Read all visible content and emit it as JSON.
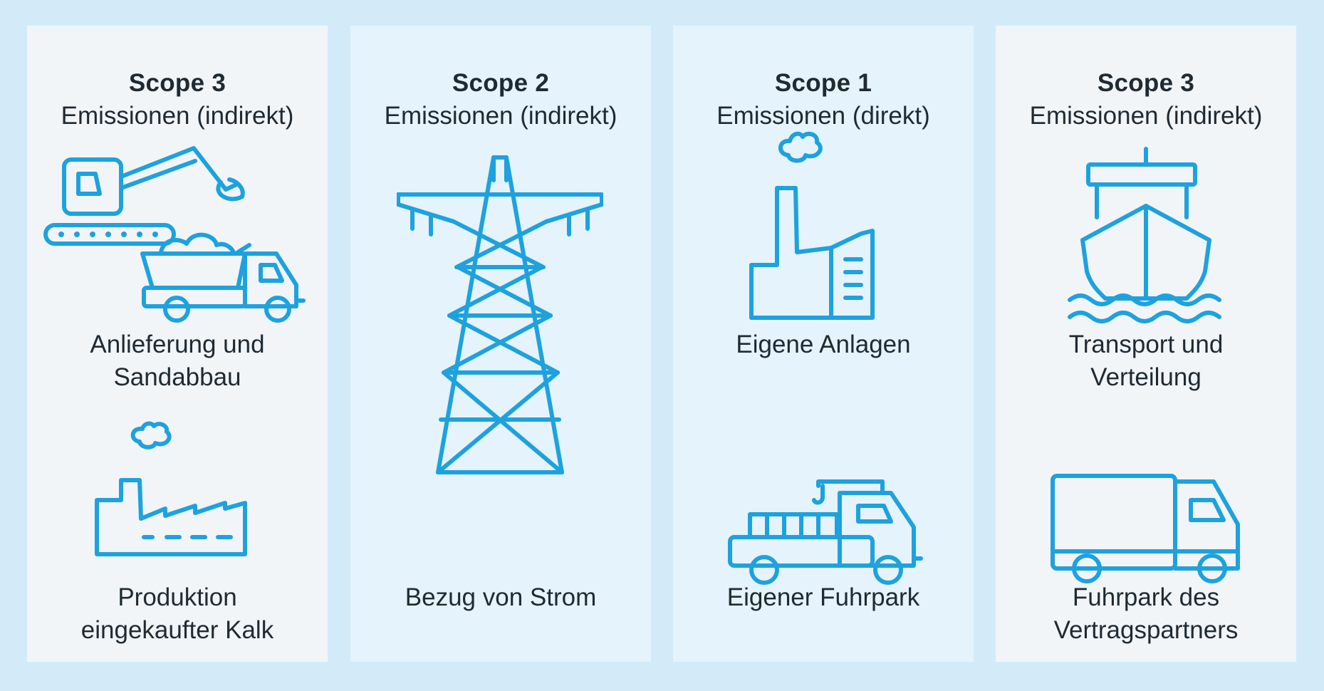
{
  "columns": [
    {
      "scope": "Scope 3",
      "type": "Emissionen (indirekt)",
      "items": [
        {
          "label_lines": [
            "Anlieferung und",
            "Sandabbau"
          ],
          "icon": "excavator-truck-icon"
        },
        {
          "label_lines": [
            "Produktion",
            "eingekaufter Kalk"
          ],
          "icon": "factory-icon"
        }
      ]
    },
    {
      "scope": "Scope 2",
      "type": "Emissionen (indirekt)",
      "items": [
        {
          "label_lines": [
            "Bezug von Strom"
          ],
          "icon": "power-pylon-icon"
        }
      ]
    },
    {
      "scope": "Scope 1",
      "type": "Emissionen (direkt)",
      "items": [
        {
          "label_lines": [
            "Eigene Anlagen"
          ],
          "icon": "plant-building-icon"
        },
        {
          "label_lines": [
            "Eigener Fuhrpark"
          ],
          "icon": "crane-truck-icon"
        }
      ]
    },
    {
      "scope": "Scope 3",
      "type": "Emissionen (indirekt)",
      "items": [
        {
          "label_lines": [
            "Transport und",
            "Verteilung"
          ],
          "icon": "ship-icon"
        },
        {
          "label_lines": [
            "Fuhrpark des",
            "Vertragspartners"
          ],
          "icon": "delivery-truck-icon"
        }
      ]
    }
  ],
  "colors": {
    "background": "#d3ebf8",
    "panel_light": "#f1f5f8",
    "panel_blue": "#e4f3fc",
    "icon": "#1ea2dd",
    "text": "#1f2a33"
  }
}
